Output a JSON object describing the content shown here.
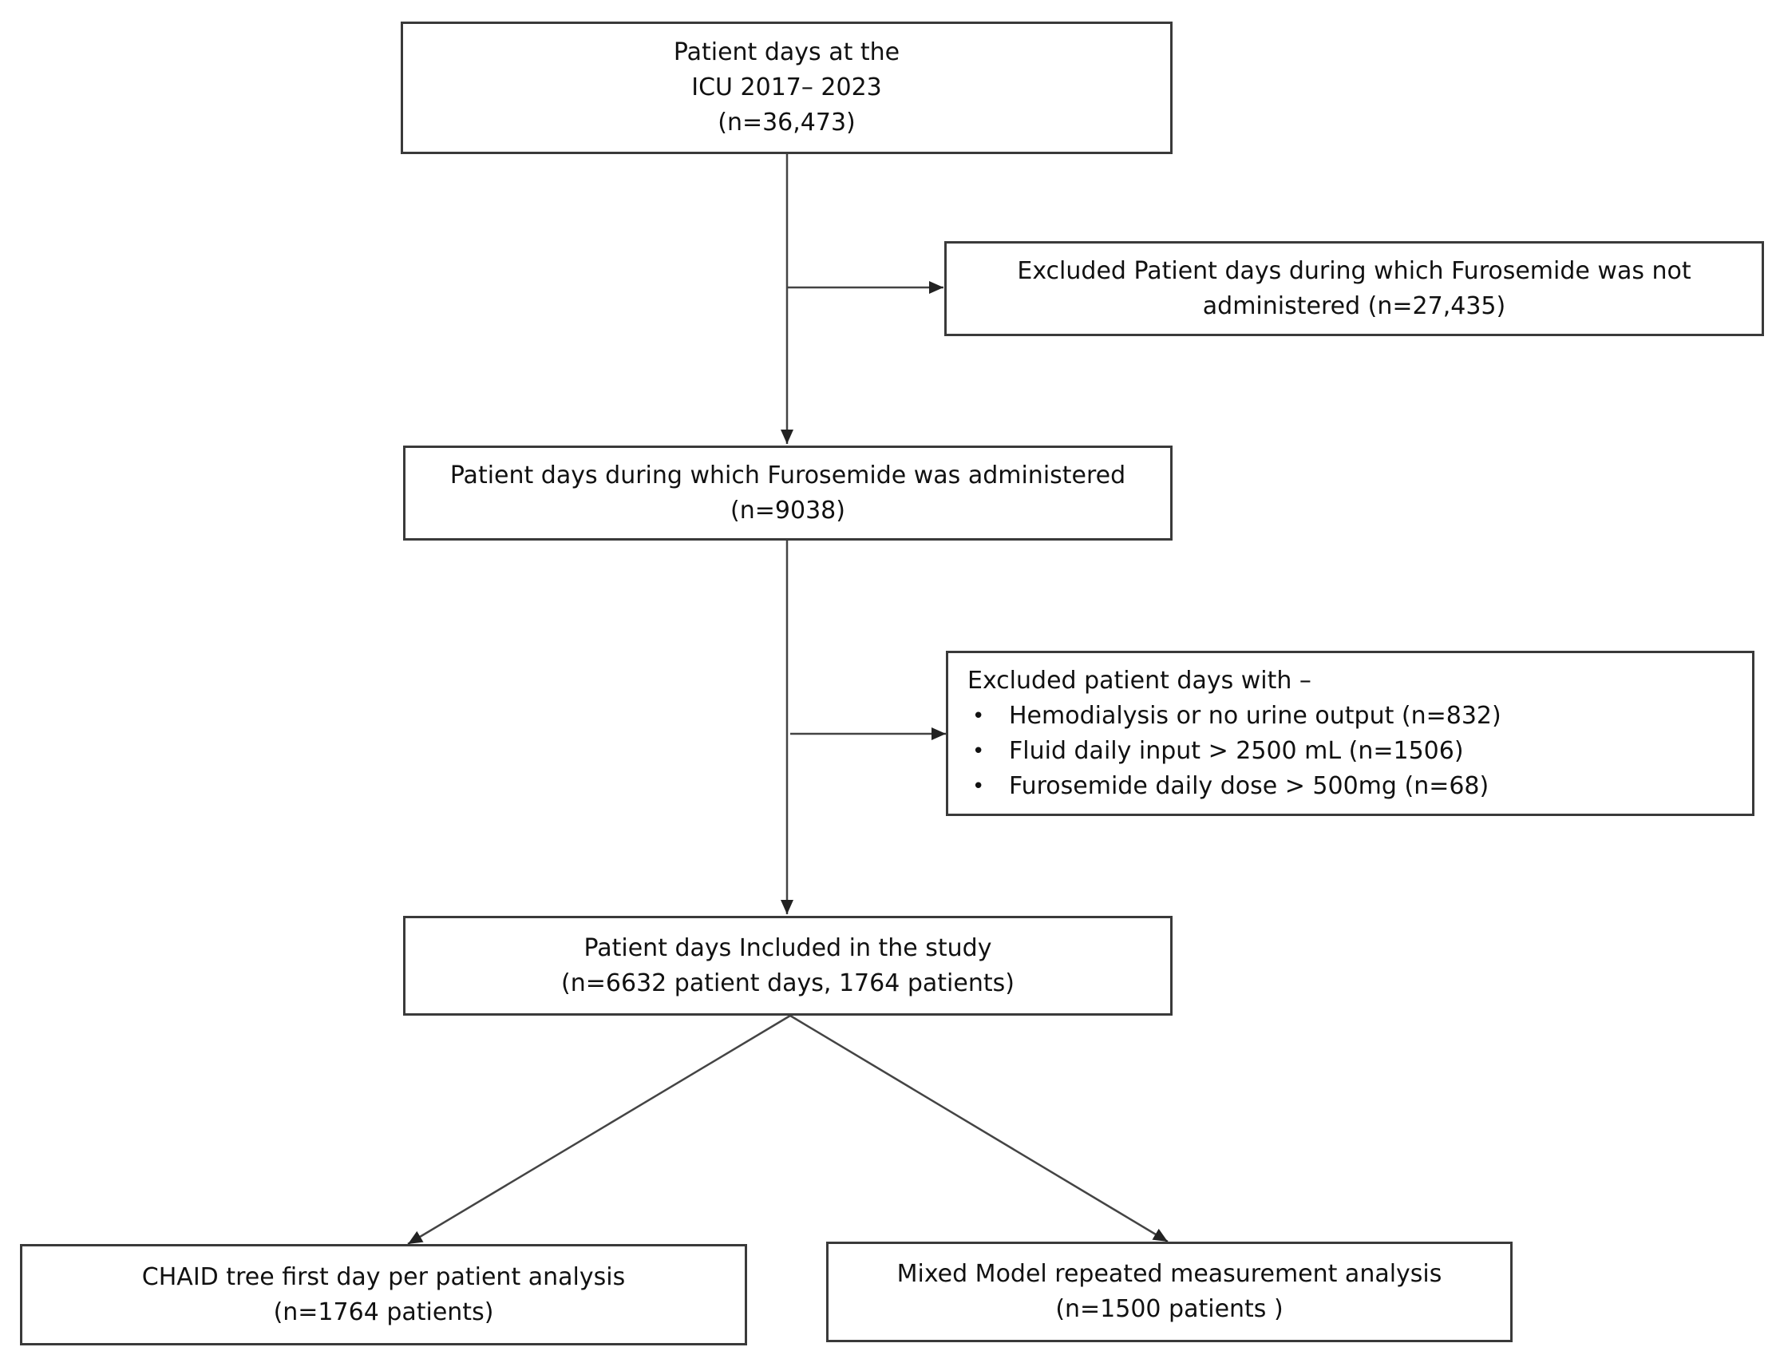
{
  "boxes": {
    "top": {
      "lines": [
        "Patient days at the",
        "ICU 2017– 2023",
        "(n=36,473)"
      ]
    },
    "excluded1": {
      "lines": [
        "Excluded Patient days during which Furosemide was not",
        "administered (n=27,435)"
      ]
    },
    "furosemide": {
      "lines": [
        "Patient days during which Furosemide was administered",
        "(n=9038)"
      ]
    },
    "excluded2": {
      "heading": "Excluded patient days with –",
      "items": [
        "Hemodialysis or no urine output (n=832)",
        "Fluid daily input > 2500 mL (n=1506)",
        "Furosemide daily dose > 500mg (n=68)"
      ]
    },
    "included": {
      "lines": [
        "Patient days Included in the study",
        "(n=6632 patient days, 1764 patients)"
      ]
    },
    "chaid": {
      "lines": [
        "CHAID tree first day per patient analysis",
        "(n=1764 patients)"
      ]
    },
    "mixed": {
      "lines": [
        "Mixed Model repeated measurement analysis",
        "(n=1500 patients )"
      ]
    }
  }
}
